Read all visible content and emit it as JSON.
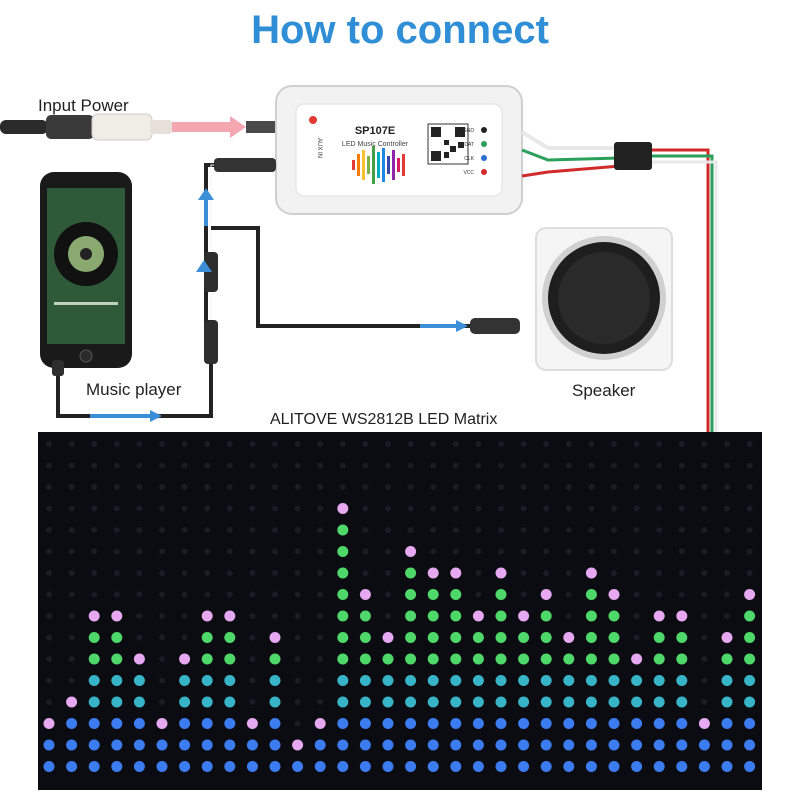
{
  "title": "How to connect",
  "labels": {
    "input_power": "Input Power",
    "music_player": "Music player",
    "speaker": "Speaker",
    "matrix": "ALITOVE WS2812B LED Matrix"
  },
  "controller": {
    "model": "SP107E",
    "subtitle": "LED Music Controller",
    "aux": "AUX IN",
    "pins": [
      "GND",
      "DAT",
      "CLK",
      "VCC"
    ]
  },
  "colors": {
    "title": "#2f8ed6",
    "arrow_power": "#f4a7b0",
    "arrow_signal": "#3a8fd8",
    "wire_red": "#d12a2a",
    "wire_green": "#2aa05a",
    "wire_white": "#e8e8e8"
  },
  "icons": [
    "phone-icon",
    "speaker-icon",
    "controller-box",
    "qr-code-icon"
  ]
}
